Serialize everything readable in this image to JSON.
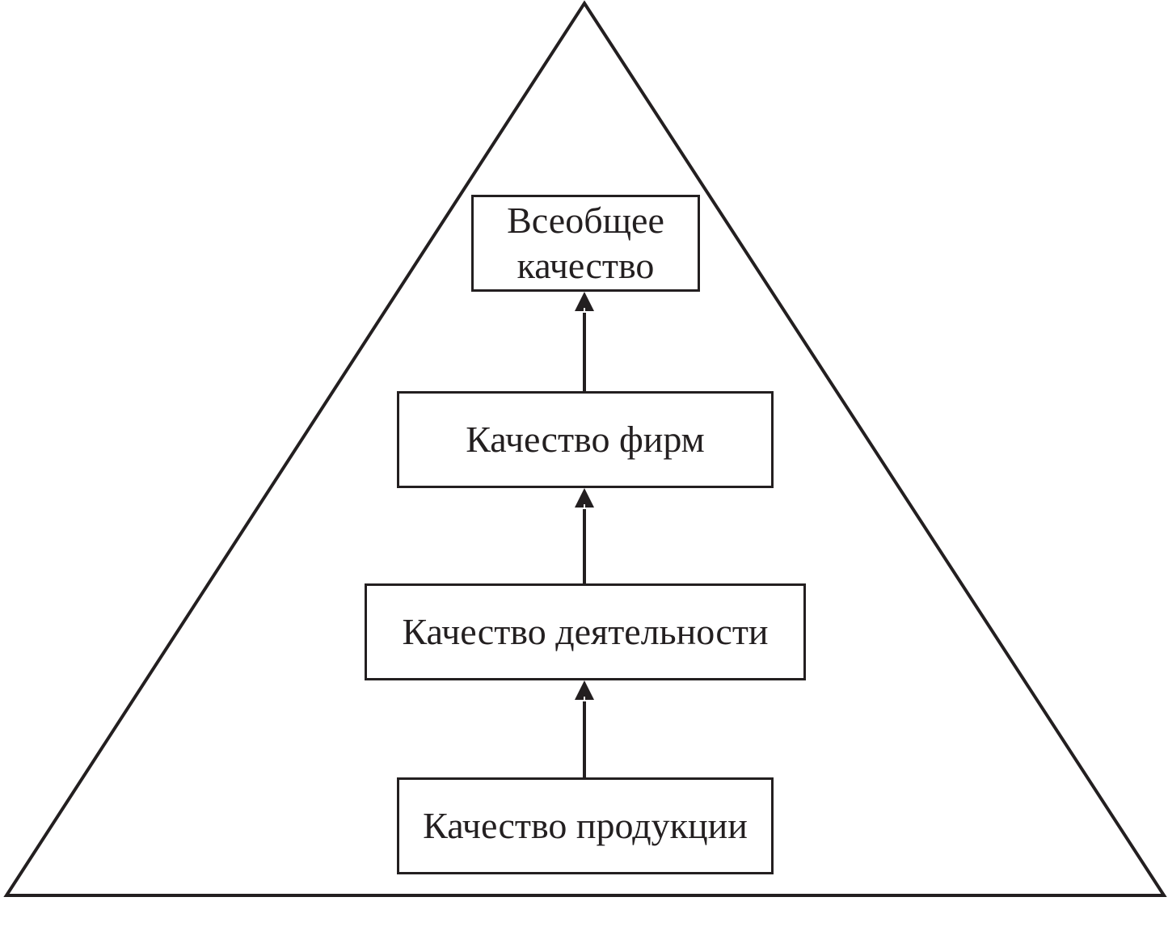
{
  "diagram": {
    "line_color": "#231f20",
    "levels": [
      {
        "id": "total",
        "lines": [
          "Всеобщее",
          "качество"
        ]
      },
      {
        "id": "firms",
        "lines": [
          "Качество фирм"
        ]
      },
      {
        "id": "activity",
        "lines": [
          "Качество деятельности"
        ]
      },
      {
        "id": "product",
        "lines": [
          "Качество продукции"
        ]
      }
    ]
  }
}
